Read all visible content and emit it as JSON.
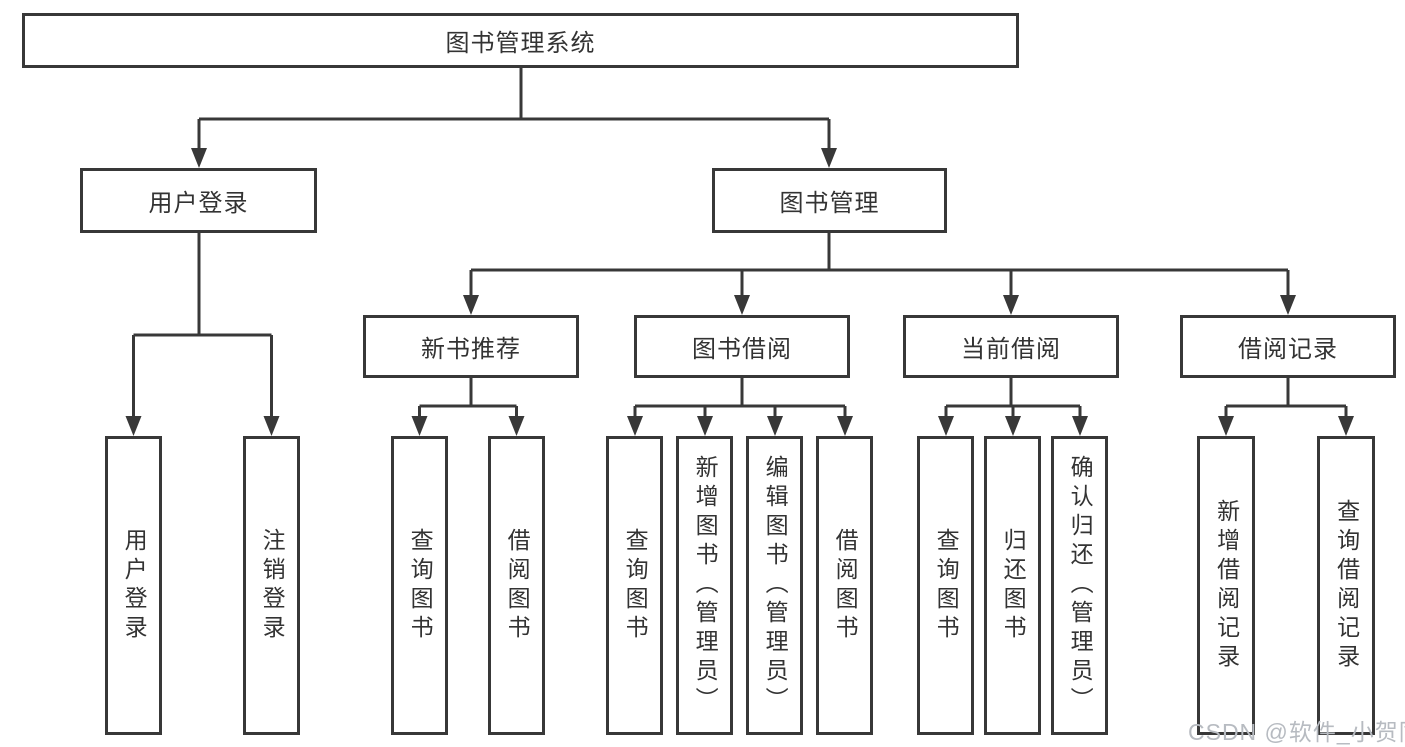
{
  "root": {
    "label": "图书管理系统"
  },
  "watermark": "CSDN @软件_小贺同学",
  "branches": [
    {
      "label": "用户登录",
      "children": [
        {
          "label": "用户登录"
        },
        {
          "label": "注销登录"
        }
      ]
    },
    {
      "label": "图书管理",
      "children": [
        {
          "label": "新书推荐",
          "children": [
            {
              "label": "查询图书"
            },
            {
              "label": "借阅图书"
            }
          ]
        },
        {
          "label": "图书借阅",
          "children": [
            {
              "label": "查询图书"
            },
            {
              "label": "新增图书（管理员）"
            },
            {
              "label": "编辑图书（管理员）"
            },
            {
              "label": "借阅图书"
            }
          ]
        },
        {
          "label": "当前借阅",
          "children": [
            {
              "label": "查询图书"
            },
            {
              "label": "归还图书"
            },
            {
              "label": "确认归还（管理员）"
            }
          ]
        },
        {
          "label": "借阅记录",
          "children": [
            {
              "label": "新增借阅记录"
            },
            {
              "label": "查询借阅记录"
            }
          ]
        }
      ]
    }
  ]
}
